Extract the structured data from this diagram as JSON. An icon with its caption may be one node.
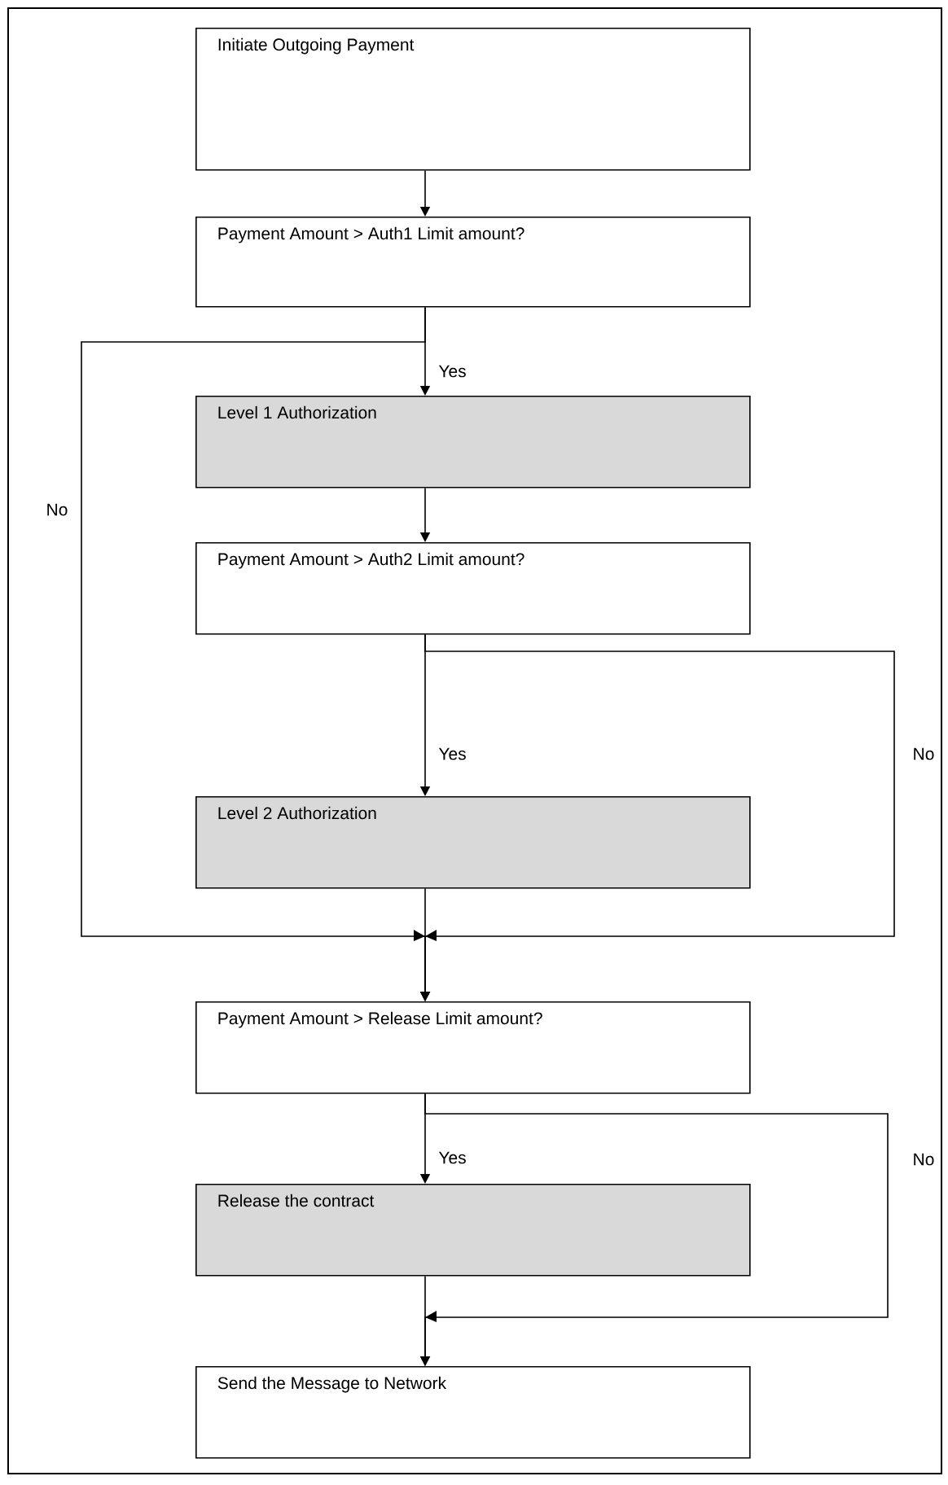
{
  "diagram": {
    "nodes": [
      {
        "text": [
          "Initiate Outgoing Payment"
        ]
      },
      {
        "text": [
          "Payment Amount > Auth1 Limit amount?"
        ]
      },
      {
        "text": [
          "Level 1 Authorization"
        ]
      },
      {
        "text": [
          "Payment Amount > Auth2 Limit amount?"
        ]
      },
      {
        "text": [
          "Level 2 Authorization"
        ]
      },
      {
        "text": [
          "Payment Amount > Release Limit amount?"
        ]
      },
      {
        "text": [
          "Release the contract"
        ]
      },
      {
        "text": [
          "Send the Message to Network"
        ]
      }
    ],
    "edges": [
      {
        "from": 0,
        "to": 1,
        "arrow": "to"
      },
      {
        "from": 1,
        "to": 2,
        "arrow": "to",
        "label": "Yes"
      },
      {
        "from": 1,
        "to": 5,
        "arrow": "to",
        "label": "No"
      },
      {
        "from": 2,
        "to": 3,
        "arrow": "to"
      },
      {
        "from": 3,
        "to": 4,
        "arrow": "to",
        "label": "Yes"
      },
      {
        "from": 3,
        "to": 5,
        "arrow": "to",
        "label": "No"
      },
      {
        "from": 4,
        "to": 5,
        "arrow": "to"
      },
      {
        "from": 5,
        "to": 6,
        "arrow": "to",
        "label": "Yes"
      },
      {
        "from": 5,
        "to": 7,
        "arrow": "to",
        "label": "No"
      },
      {
        "from": 6,
        "to": 7,
        "arrow": "to"
      }
    ]
  }
}
